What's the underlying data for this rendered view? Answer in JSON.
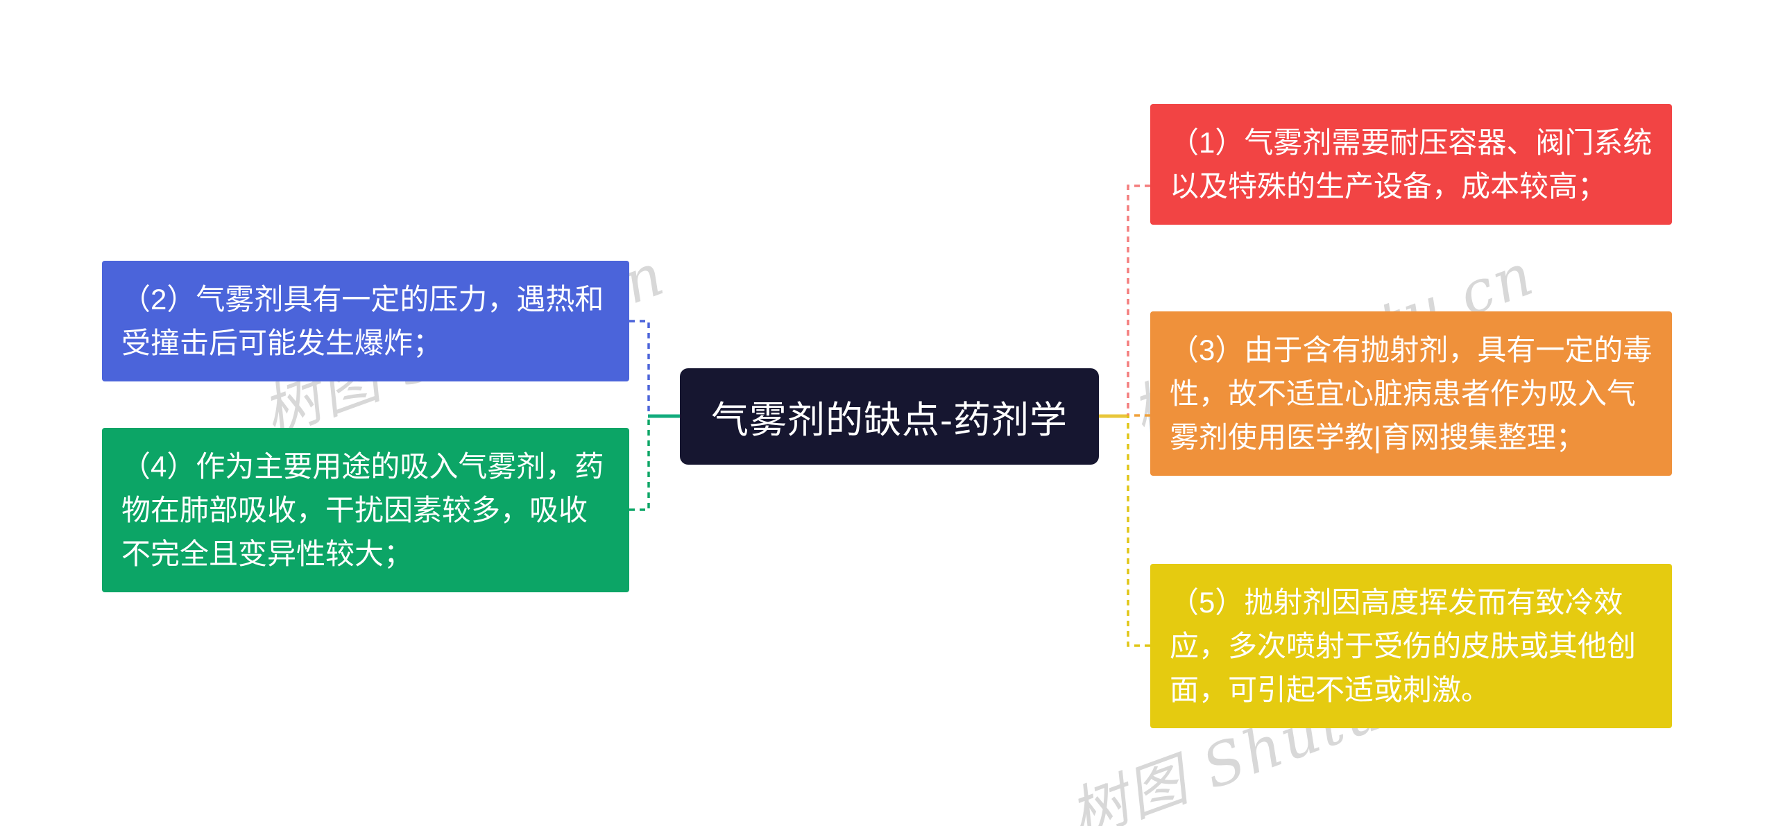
{
  "canvas": {
    "bg": "#ffffff"
  },
  "watermark": {
    "text": "树图 Shutu.cn",
    "color": "#d8d8d8"
  },
  "center": {
    "label": "气雾剂的缺点-药剂学",
    "bg": "#161630",
    "text_color": "#ffffff"
  },
  "stubs": {
    "left": "#12ab7c",
    "right": "#e8c63a"
  },
  "nodes": [
    {
      "num": "1",
      "side": "right",
      "label": "（1）气雾剂需要耐压容器、阀门系统以及特殊的生产设备，成本较高；",
      "bg": "#f24444",
      "connector_color": "#f47d7d"
    },
    {
      "num": "2",
      "side": "left",
      "label": "（2）气雾剂具有一定的压力，遇热和受撞击后可能发生爆炸；",
      "bg": "#4b64da",
      "connector_color": "#4b64da"
    },
    {
      "num": "3",
      "side": "right",
      "label": "（3）由于含有抛射剂，具有一定的毒性，故不适宜心脏病患者作为吸入气雾剂使用医学教|育网搜集整理；",
      "bg": "#ef913b",
      "connector_color": "#f0a23c"
    },
    {
      "num": "4",
      "side": "left",
      "label": "（4）作为主要用途的吸入气雾剂，药物在肺部吸收，干扰因素较多，吸收不完全且变异性较大；",
      "bg": "#0ca566",
      "connector_color": "#0ca566"
    },
    {
      "num": "5",
      "side": "right",
      "label": "（5）抛射剂因高度挥发而有致冷效应，多次喷射于受伤的皮肤或其他创面，可引起不适或刺激。",
      "bg": "#e5cb10",
      "connector_color": "#e0c616"
    }
  ]
}
